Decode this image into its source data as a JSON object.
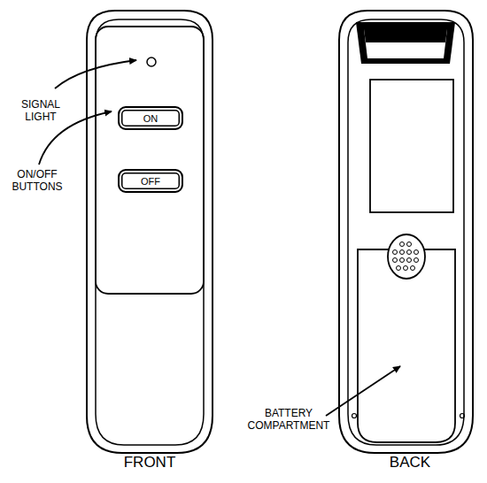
{
  "diagram": {
    "nodes": [
      {
        "text": [
          "ON"
        ]
      },
      {
        "text": [
          "OFF"
        ]
      }
    ],
    "labels": [
      "SIGNAL LIGHT",
      "ON/OFF BUTTONS",
      "BATTERY COMPARTMENT",
      "FRONT",
      "BACK"
    ]
  }
}
